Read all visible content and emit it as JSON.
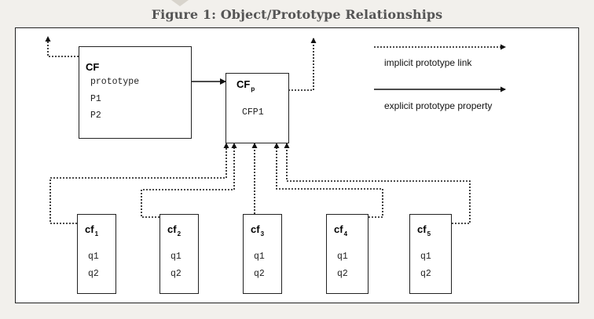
{
  "figure_title": "Figure 1: Object/Prototype Relationships",
  "cf": {
    "name": "CF",
    "props": [
      "prototype",
      "P1",
      "P2"
    ]
  },
  "cfp": {
    "name": "CF",
    "subscript": "p",
    "props": [
      "CFP1"
    ]
  },
  "instances": [
    {
      "name": "cf",
      "subscript": "1",
      "props": [
        "q1",
        "q2"
      ]
    },
    {
      "name": "cf",
      "subscript": "2",
      "props": [
        "q1",
        "q2"
      ]
    },
    {
      "name": "cf",
      "subscript": "3",
      "props": [
        "q1",
        "q2"
      ]
    },
    {
      "name": "cf",
      "subscript": "4",
      "props": [
        "q1",
        "q2"
      ]
    },
    {
      "name": "cf",
      "subscript": "5",
      "props": [
        "q1",
        "q2"
      ]
    }
  ],
  "legend": {
    "implicit": "implicit prototype link",
    "explicit": "explicit prototype property"
  }
}
